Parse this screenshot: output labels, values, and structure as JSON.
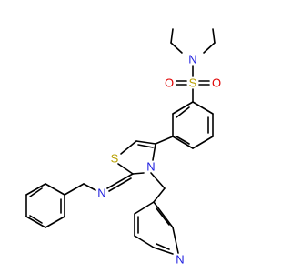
{
  "diagram": {
    "type": "chemical-structure",
    "colors": {
      "bond": "#000000",
      "carbon": "#000000",
      "nitrogen": "#1f1fe0",
      "oxygen": "#e00000",
      "sulfur": "#b8a000"
    },
    "atoms": [
      {
        "id": "N1",
        "element": "N",
        "label": "N",
        "color": "nitrogen"
      },
      {
        "id": "S1",
        "element": "S",
        "label": "S",
        "color": "sulfur"
      },
      {
        "id": "O1",
        "element": "O",
        "label": "O",
        "color": "oxygen"
      },
      {
        "id": "O2",
        "element": "O",
        "label": "O",
        "color": "oxygen"
      },
      {
        "id": "S2",
        "element": "S",
        "label": "S",
        "color": "sulfur"
      },
      {
        "id": "N2",
        "element": "N",
        "label": "N",
        "color": "nitrogen"
      },
      {
        "id": "N3",
        "element": "N",
        "label": "N",
        "color": "nitrogen"
      },
      {
        "id": "N4",
        "element": "N",
        "label": "N",
        "color": "nitrogen"
      }
    ]
  }
}
